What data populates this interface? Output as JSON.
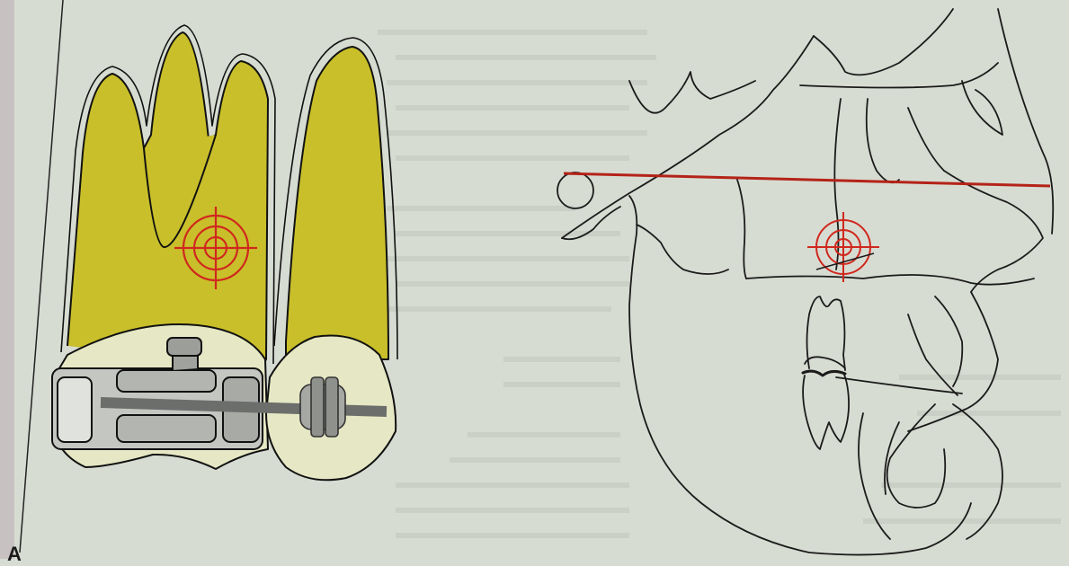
{
  "figure": {
    "panel_label": "A",
    "colors": {
      "page": "#d7dcd2",
      "crown": "#e6e7c4",
      "root": "#c9bf2a",
      "target": "#d0281e",
      "occlusal_plane": "#b42318",
      "band": "#c4c6c2",
      "wire": "#6b6e6a"
    },
    "left_illustration": {
      "elements": [
        "molar-root",
        "premolar-root",
        "molar-crown",
        "premolar-crown",
        "molar-band",
        "buccal-tube",
        "archwire",
        "premolar-bracket",
        "center-of-resistance-target"
      ]
    },
    "right_illustration": {
      "elements": [
        "skull-outline",
        "mandible-outline",
        "occlusal-plane-line",
        "upper-molar-tooth",
        "lower-molar-tooth",
        "center-of-resistance-target"
      ]
    }
  }
}
